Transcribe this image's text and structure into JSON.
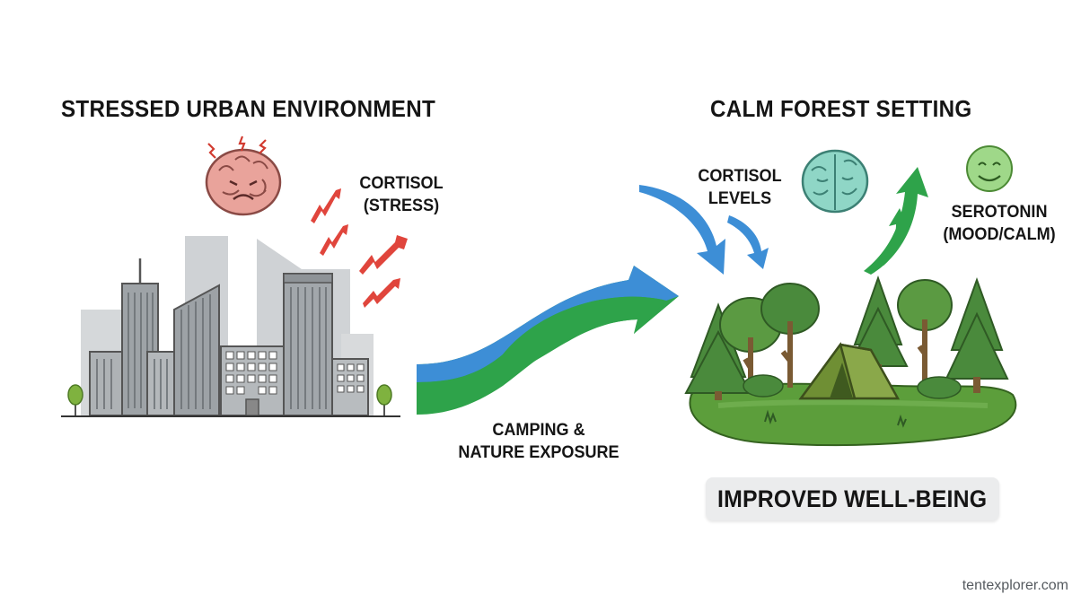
{
  "left": {
    "title": "STRESSED URBAN ENVIRONMENT",
    "cortisol_label": [
      "CORTISOL",
      "(STRESS)"
    ]
  },
  "right": {
    "title": "CALM FOREST SETTING",
    "cortisol_label": [
      "CORTISOL",
      "LEVELS"
    ],
    "serotonin_label": [
      "SEROTONIN",
      "(MOOD/CALM)"
    ],
    "result": "IMPROVED WELL-BEING"
  },
  "transition": {
    "label": [
      "CAMPING &",
      "NATURE EXPOSURE"
    ]
  },
  "watermark": "tentexplorer.com",
  "colors": {
    "stress_red": "#e0453c",
    "blue_arrow": "#3d8ed6",
    "green_arrow": "#2ea34a",
    "brain_stressed": "#e9a39b",
    "brain_calm": "#8fd6c6",
    "smiley": "#9fd889",
    "building_gray": "#a9aeb2",
    "forest_green": "#4a8a3c",
    "tent_green": "#7f9e43",
    "box_gray": "#ebeced"
  },
  "icons": [
    "stressed-brain-icon",
    "calm-brain-icon",
    "smiley-face-icon",
    "city-skyline-icon",
    "forest-camp-icon",
    "tent-icon",
    "stress-arrow-icon"
  ]
}
